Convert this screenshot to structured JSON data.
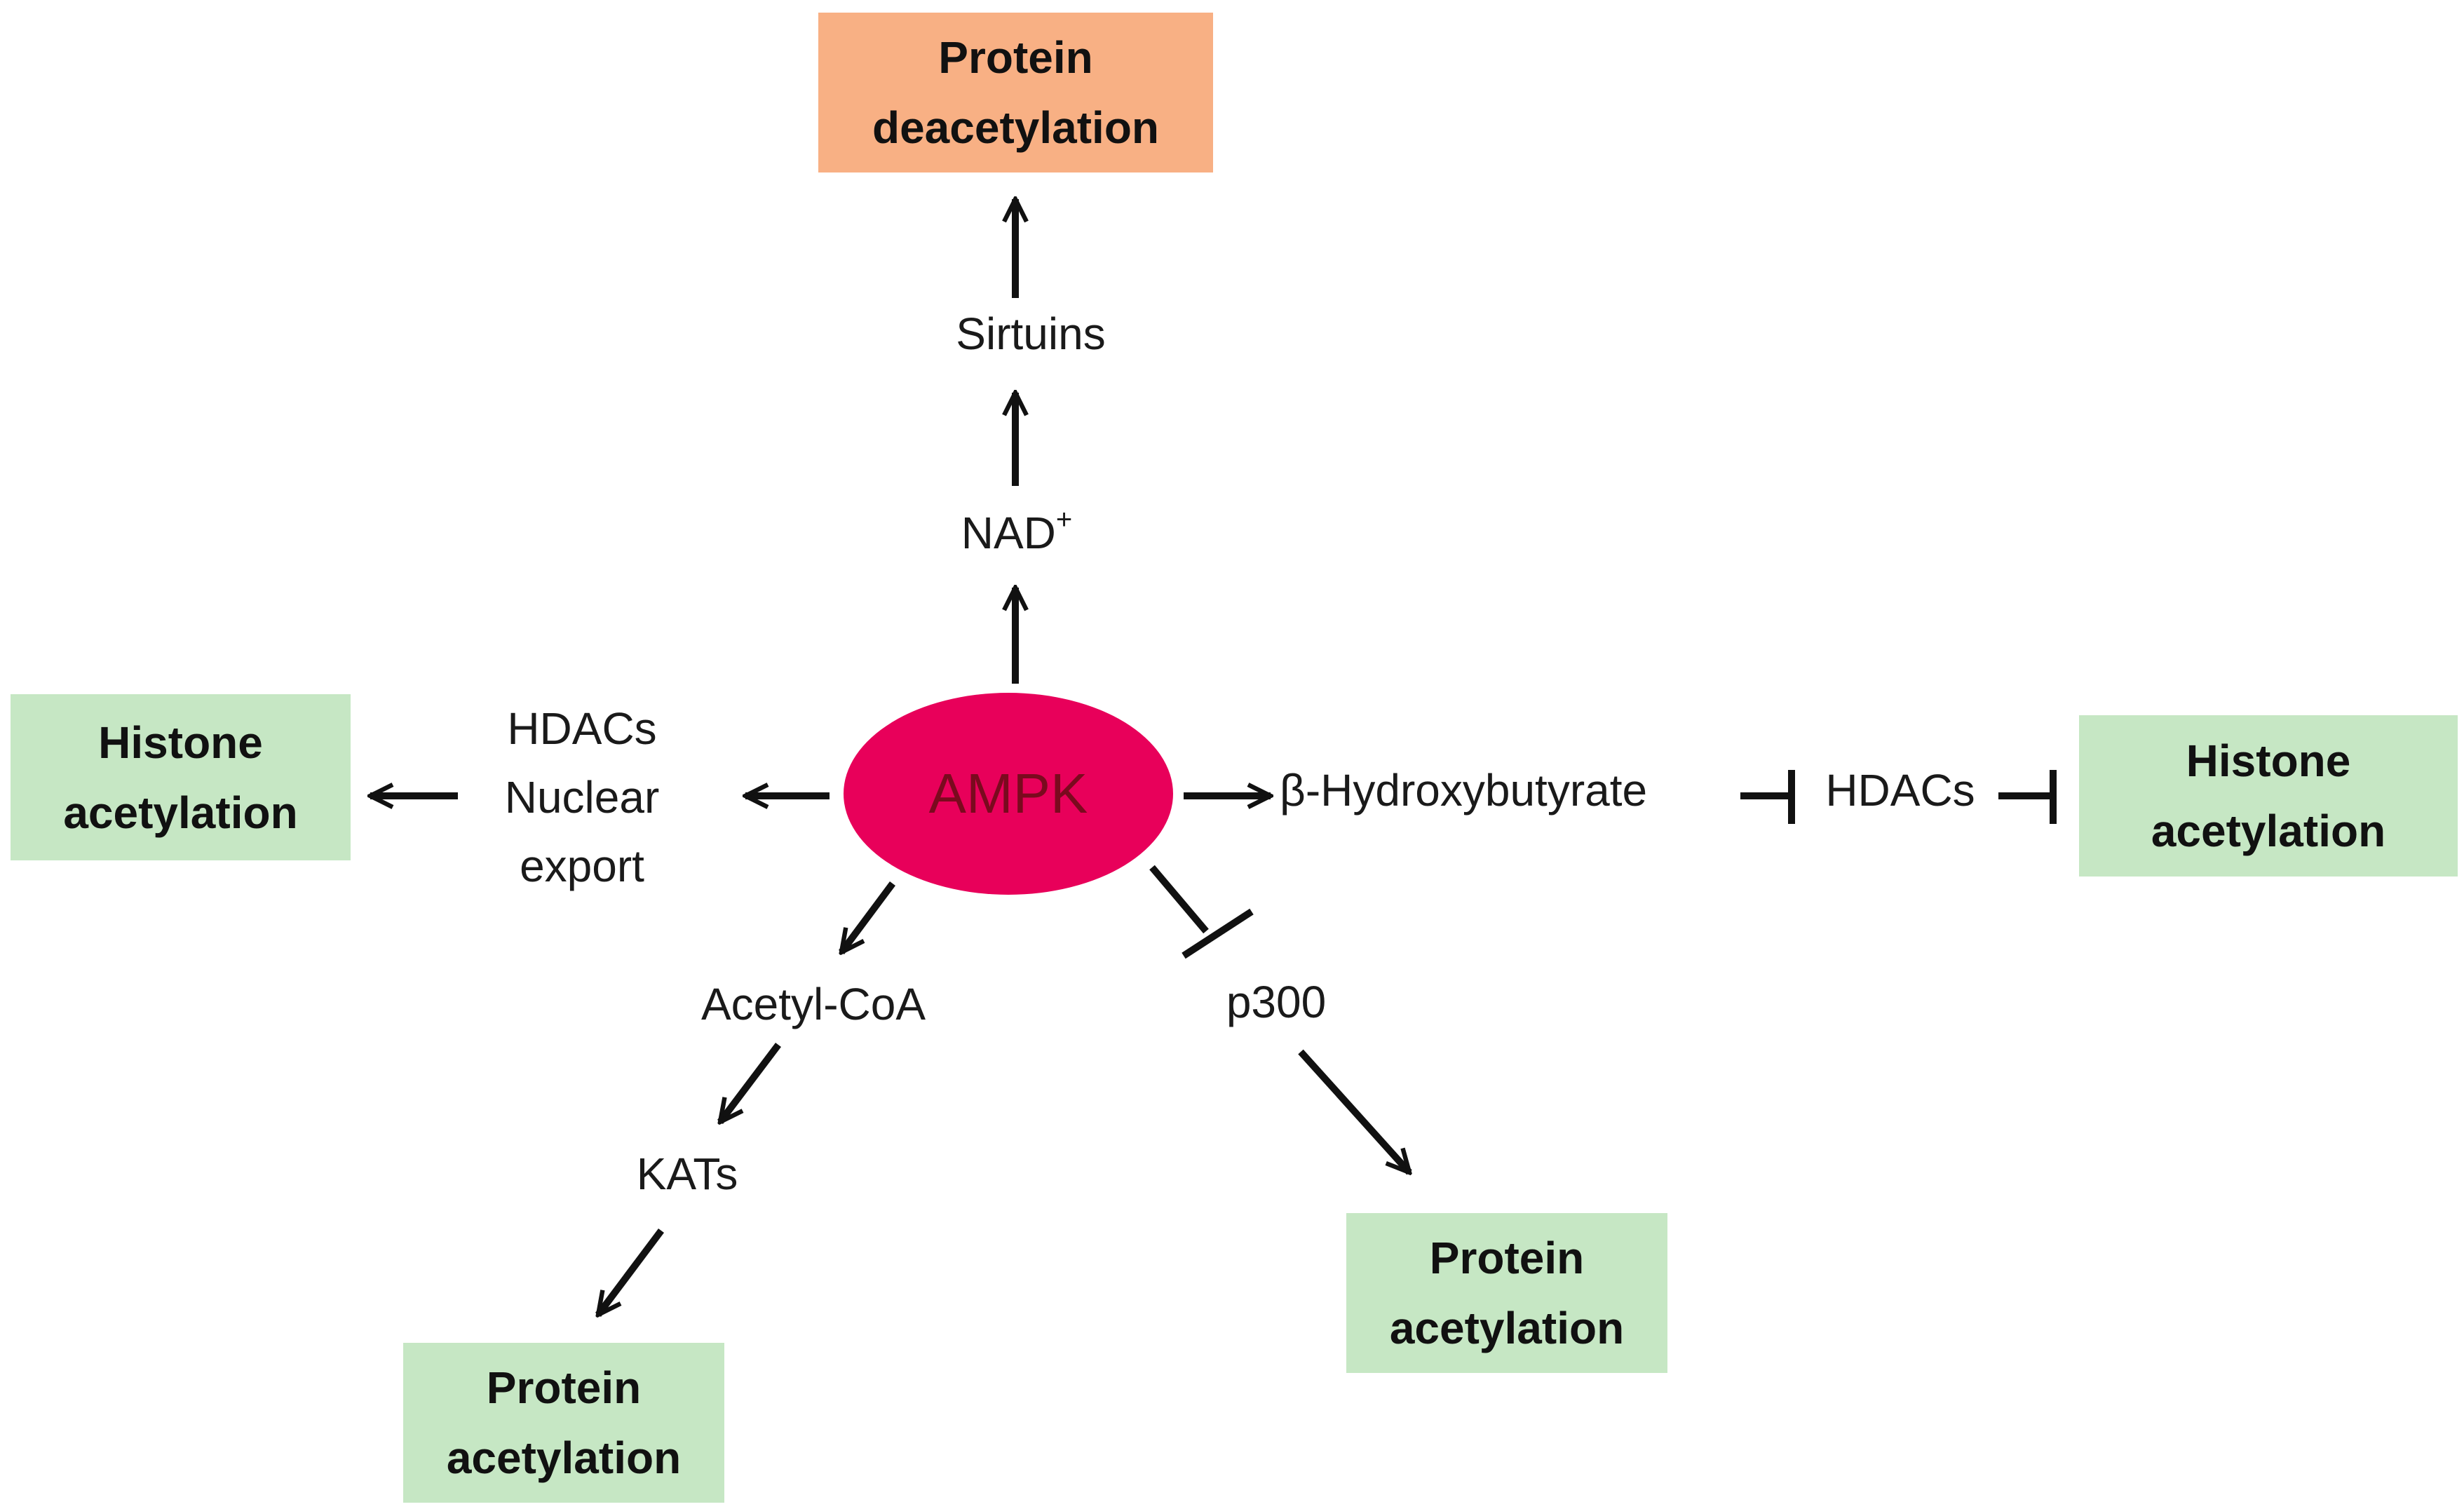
{
  "center_node": {
    "label": "AMPK",
    "color": "#e8005a",
    "text_color": "#7a0a1e"
  },
  "top_branch": {
    "nad_label": "NAD",
    "nad_superscript": "+",
    "sirtuins_label": "Sirtuins",
    "outcome_line1": "Protein",
    "outcome_line2": "deacetylation"
  },
  "left_branch": {
    "mediator_lines": [
      "HDACs",
      "Nuclear",
      "export"
    ],
    "outcome_line1": "Histone",
    "outcome_line2": "acetylation"
  },
  "right_branch": {
    "metabolite_label": "β-Hydroxybutyrate",
    "hdac_label": "HDACs",
    "outcome_line1": "Histone",
    "outcome_line2": "acetylation"
  },
  "lower_left_branch": {
    "acetylcoa_label": "Acetyl-CoA",
    "kats_label": "KATs",
    "outcome_line1": "Protein",
    "outcome_line2": "acetylation"
  },
  "lower_right_branch": {
    "p300_label": "p300",
    "outcome_line1": "Protein",
    "outcome_line2": "acetylation"
  },
  "colors": {
    "green_box": "#c6e7c4",
    "orange_box": "#f8b084",
    "line": "#111111"
  }
}
